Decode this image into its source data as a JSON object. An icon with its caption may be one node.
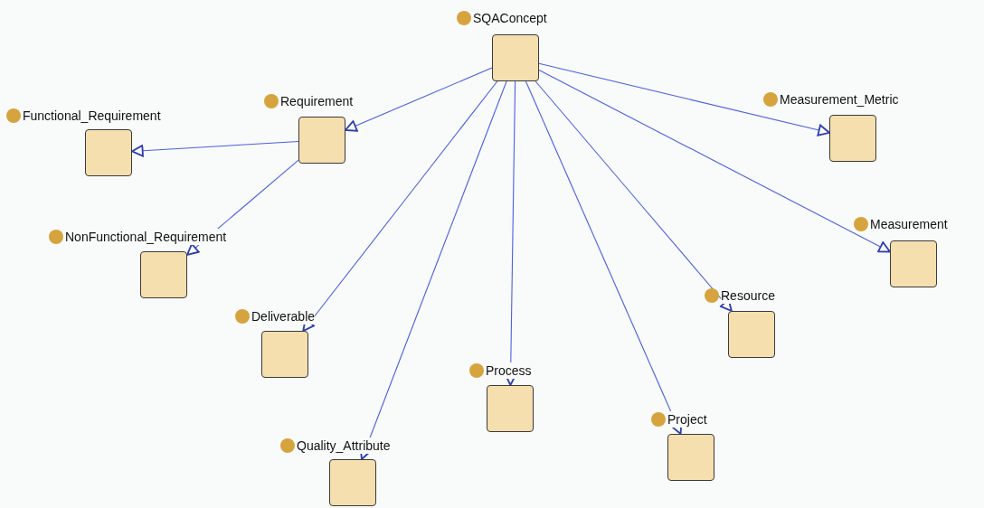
{
  "diagram": {
    "nodes": [
      {
        "text": [
          "SQAConcept"
        ]
      },
      {
        "text": [
          "Requirement"
        ]
      },
      {
        "text": [
          "Functional_Requirement"
        ]
      },
      {
        "text": [
          "NonFunctional_Requirement"
        ]
      },
      {
        "text": [
          "Deliverable"
        ]
      },
      {
        "text": [
          "Quality_Attribute"
        ]
      },
      {
        "text": [
          "Process"
        ]
      },
      {
        "text": [
          "Project"
        ]
      },
      {
        "text": [
          "Resource"
        ]
      },
      {
        "text": [
          "Measurement"
        ]
      },
      {
        "text": [
          "Measurement_Metric"
        ]
      }
    ],
    "edges": [
      {
        "from": 0,
        "to": 1,
        "arrow": "to"
      },
      {
        "from": 0,
        "to": 4,
        "arrow": "to"
      },
      {
        "from": 0,
        "to": 5,
        "arrow": "to"
      },
      {
        "from": 0,
        "to": 6,
        "arrow": "to"
      },
      {
        "from": 0,
        "to": 7,
        "arrow": "to"
      },
      {
        "from": 0,
        "to": 8,
        "arrow": "to"
      },
      {
        "from": 0,
        "to": 9,
        "arrow": "to"
      },
      {
        "from": 0,
        "to": 10,
        "arrow": "to"
      },
      {
        "from": 1,
        "to": 2,
        "arrow": "to"
      },
      {
        "from": 1,
        "to": 3,
        "arrow": "to"
      }
    ]
  }
}
